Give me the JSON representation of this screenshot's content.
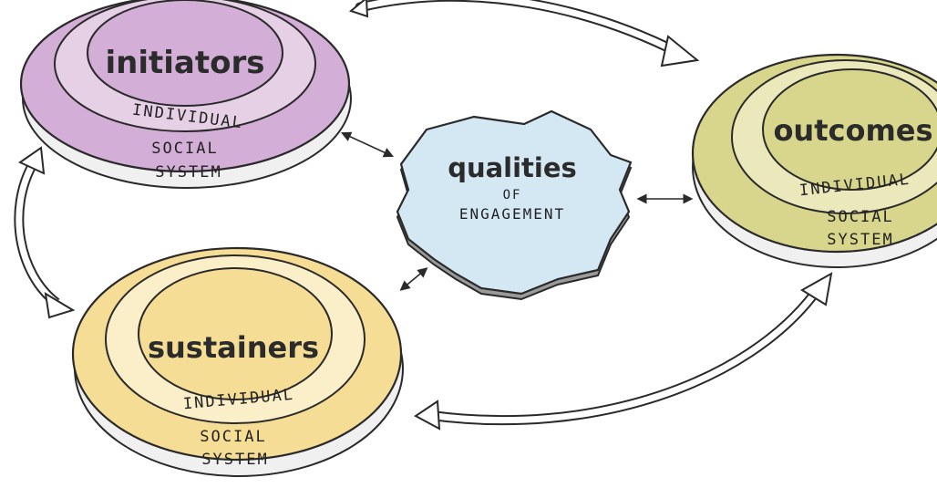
{
  "colors": {
    "initiators": "#d3aed6",
    "initiators_mid": "#e6d0e6",
    "sustainers": "#f6dd95",
    "sustainers_mid": "#fbefc9",
    "outcomes": "#d8d58c",
    "outcomes_mid": "#ebe9bb",
    "qualities": "#d4e8f4",
    "ink": "#2a2a2a"
  },
  "initiators": {
    "title": "initiators",
    "ring1": "INDIVIDUAL",
    "ring2": "SOCIAL",
    "ring3": "SYSTEM"
  },
  "sustainers": {
    "title": "sustainers",
    "ring1": "INDIVIDUAL",
    "ring2": "SOCIAL",
    "ring3": "SYSTEM"
  },
  "outcomes": {
    "title": "outcomes",
    "ring1": "INDIVIDUAL",
    "ring2": "SOCIAL",
    "ring3": "SYSTEM"
  },
  "qualities": {
    "title": "qualities",
    "of": "OF",
    "subtitle": "ENGAGEMENT"
  },
  "arrows": [
    {
      "from": "initiators",
      "to": "outcomes",
      "type": "curved-one-way"
    },
    {
      "from": "initiators",
      "to": "sustainers",
      "type": "curved-two-way"
    },
    {
      "from": "sustainers",
      "to": "outcomes",
      "type": "curved-two-way"
    },
    {
      "from": "initiators",
      "to": "qualities",
      "type": "two-way"
    },
    {
      "from": "sustainers",
      "to": "qualities",
      "type": "two-way"
    },
    {
      "from": "qualities",
      "to": "outcomes",
      "type": "two-way"
    }
  ]
}
